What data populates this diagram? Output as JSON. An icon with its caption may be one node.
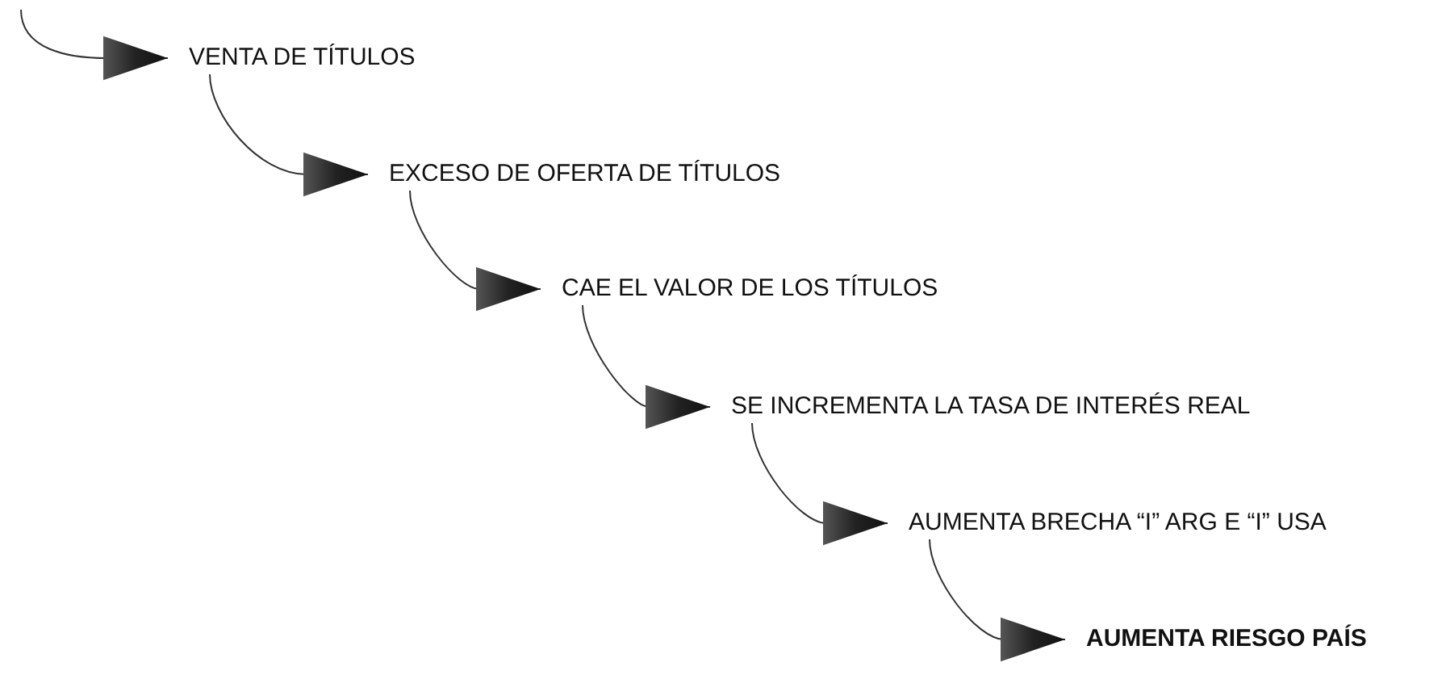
{
  "diagram": {
    "nodes": [
      {
        "text": [
          "VENTA DE TÍTULOS"
        ]
      },
      {
        "text": [
          "EXCESO DE OFERTA DE TÍTULOS"
        ]
      },
      {
        "text": [
          "CAE EL VALOR DE LOS TÍTULOS"
        ]
      },
      {
        "text": [
          "SE INCREMENTA LA TASA DE INTERÉS REAL"
        ]
      },
      {
        "text": [
          "AUMENTA BRECHA “I” ARG E “I” USA"
        ]
      },
      {
        "text": [
          "AUMENTA RIESGO PAÍS"
        ]
      }
    ],
    "edges": [
      {
        "from": null,
        "to": 0,
        "arrow": "to"
      },
      {
        "from": 0,
        "to": 1,
        "arrow": "to"
      },
      {
        "from": 1,
        "to": 2,
        "arrow": "to"
      },
      {
        "from": 2,
        "to": 3,
        "arrow": "to"
      },
      {
        "from": 3,
        "to": 4,
        "arrow": "to"
      },
      {
        "from": 4,
        "to": 5,
        "arrow": "to"
      }
    ]
  }
}
